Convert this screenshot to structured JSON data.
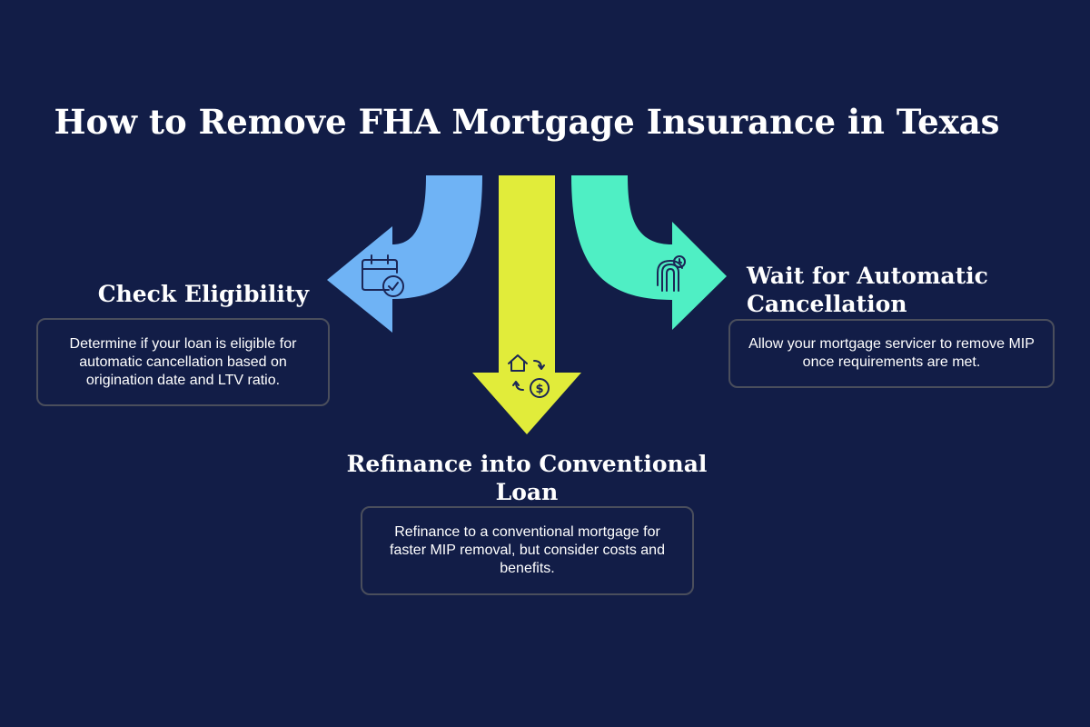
{
  "title": "How to Remove FHA Mortgage Insurance in Texas",
  "colors": {
    "background": "#121d47",
    "left_arrow": "#6fb3f5",
    "center_arrow": "#e1ec3a",
    "right_arrow": "#4fefc4",
    "icon_stroke": "#1b2656",
    "box_border": "#4a4e5c",
    "text": "#ffffff"
  },
  "options": [
    {
      "heading": "Check Eligibility",
      "description": "Determine if your loan is eligible for automatic cancellation based on origination date and LTV ratio.",
      "icon": "calendar-check-icon"
    },
    {
      "heading": "Refinance into Conventional Loan",
      "description": "Refinance to a conventional mortgage for faster MIP removal, but consider costs and benefits.",
      "icon": "house-dollar-exchange-icon"
    },
    {
      "heading": "Wait for Automatic Cancellation",
      "description": "Allow your mortgage servicer to remove MIP once requirements are met.",
      "icon": "finger-tap-clock-icon"
    }
  ]
}
